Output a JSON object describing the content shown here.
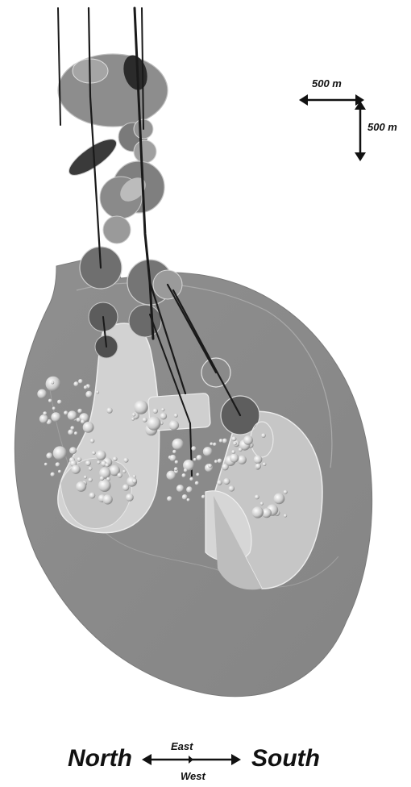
{
  "scale_bar": {
    "horizontal_label": "500 m",
    "vertical_label": "500 m"
  },
  "orientation": {
    "left": "North",
    "right": "South",
    "up": "East",
    "down": "West"
  },
  "colors": {
    "background": "#ffffff",
    "main_body": "#8c8c8c",
    "light_region": "#cdcdcd",
    "dark_disk": "#6e6e6e",
    "outline": "#e6e6e6",
    "well_line": "#1a1a1a",
    "spheres": "#dcdcdc"
  },
  "icons": {
    "scale": "double-headed-arrow",
    "compass": "double-headed-arrow"
  }
}
